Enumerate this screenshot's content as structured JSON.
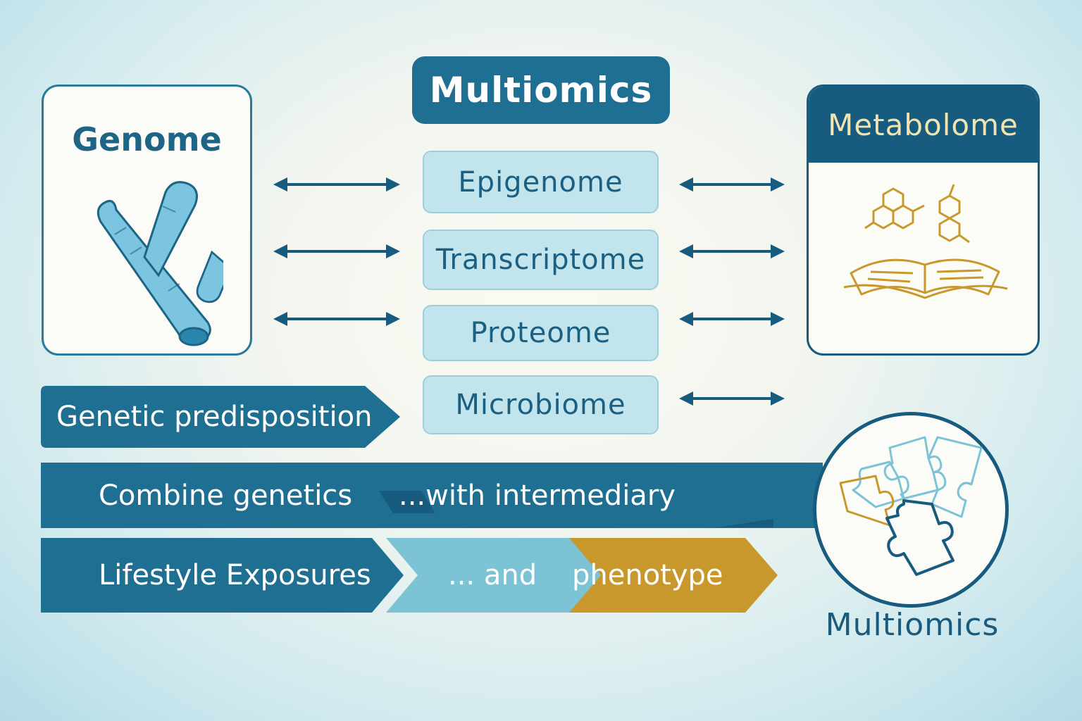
{
  "title": "Multiomics",
  "genome": {
    "title": "Genome",
    "icon": "chromosome-icon"
  },
  "metabolome": {
    "title": "Metabolome",
    "icon": "book-molecules-icon"
  },
  "omics_layers": [
    "Epigenome",
    "Transcriptome",
    "Proteome",
    "Microbiome"
  ],
  "bars": {
    "genetic_predisposition": "Genetic predisposition",
    "combine_left": "Combine genetics",
    "combine_right": "...with intermediary",
    "lifestyle": "Lifestyle Exposures",
    "and": "... and",
    "phenotype": "phenotype"
  },
  "puzzle": {
    "icon": "puzzle-icon",
    "caption": "Multiomics"
  },
  "colors": {
    "dark_blue": "#175b7f",
    "mid_blue": "#1f6f92",
    "light_blue": "#7cc3d6",
    "gold": "#c9982c",
    "pale_blue": "#c2e4ec"
  }
}
